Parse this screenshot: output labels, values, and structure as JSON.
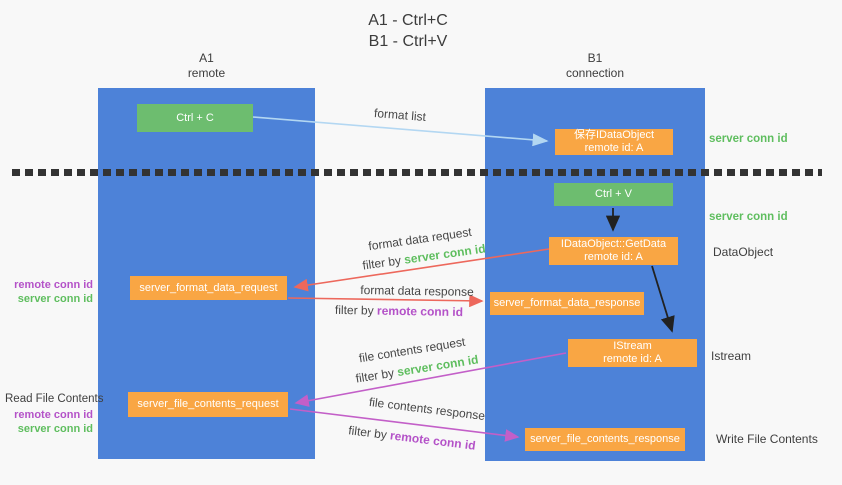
{
  "title": {
    "line1": "A1 - Ctrl+C",
    "line2": "B1 - Ctrl+V"
  },
  "lanes": {
    "a1": {
      "name": "A1",
      "role": "remote"
    },
    "b1": {
      "name": "B1",
      "role": "connection"
    }
  },
  "nodes": {
    "ctrl_c": {
      "label": "Ctrl + C"
    },
    "ctrl_v": {
      "label": "Ctrl + V"
    },
    "save_dataobject": {
      "line1": "保存IDataObject",
      "line2": "remote id: A"
    },
    "getdata": {
      "line1": "IDataObject::GetData",
      "line2": "remote id: A"
    },
    "istream": {
      "line1": "IStream",
      "line2": "remote id: A"
    },
    "format_request": {
      "label": "server_format_data_request"
    },
    "format_response": {
      "label": "server_format_data_response"
    },
    "file_request": {
      "label": "server_file_contents_request"
    },
    "file_response": {
      "label": "server_file_contents_response"
    }
  },
  "edges": {
    "format_list": {
      "label": "format list"
    },
    "format_data_request": {
      "label": "format data request",
      "filter_prefix": "filter by ",
      "filter_key": "server conn id"
    },
    "format_data_response": {
      "label": "format data response",
      "filter_prefix": "filter by ",
      "filter_key": "remote conn id"
    },
    "file_contents_request": {
      "label": "file contents request",
      "filter_prefix": "filter by ",
      "filter_key": "server conn id"
    },
    "file_contents_response": {
      "label": "file contents response",
      "filter_prefix": "filter by ",
      "filter_key": "remote conn id"
    }
  },
  "side_labels": {
    "right_server_conn_id_top": "server conn id",
    "right_server_conn_id_mid": "server conn id",
    "right_dataobject": "DataObject",
    "right_istream": "Istream",
    "right_write_file_contents": "Write File Contents",
    "left_remote_conn_id_top": "remote conn id",
    "left_server_conn_id_top": "server conn id",
    "left_read_file_contents": "Read File Contents",
    "left_remote_conn_id_bottom": "remote conn id",
    "left_server_conn_id_bottom": "server conn id"
  },
  "colors": {
    "background": "#f8f8f8",
    "lane_blue": "#4d82d8",
    "node_orange": "#f9a644",
    "key_green": "#6dbd6f",
    "accent_green": "#5fbe5f",
    "accent_purple": "#b452c8",
    "arrow_red": "#ed685c",
    "arrow_magenta": "#c35fc8",
    "arrow_light_blue": "#b3d7f2",
    "arrow_black": "#212121",
    "divider_black": "#333333"
  }
}
